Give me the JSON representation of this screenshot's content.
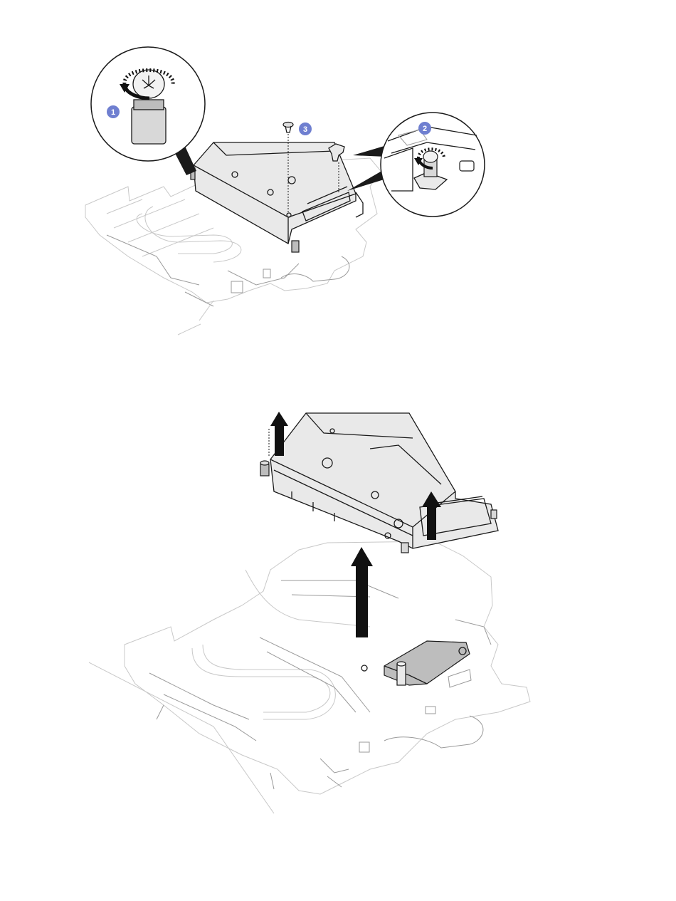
{
  "callouts": [
    {
      "label": "1",
      "color": "#6f7fd0"
    },
    {
      "label": "2",
      "color": "#6f7fd0"
    },
    {
      "label": "3",
      "color": "#6f7fd0"
    }
  ],
  "icons": {
    "step1": "thumbscrew-loosen-icon",
    "step2": "bracket-thumbscrew-loosen-icon",
    "step3": "screw-remove-icon",
    "lift": "lift-up-arrow-icon"
  },
  "colors": {
    "callout": "#6f7fd0",
    "outline": "#1a1a1a",
    "ghost": "#c8c8c8",
    "arrow": "#111111"
  }
}
